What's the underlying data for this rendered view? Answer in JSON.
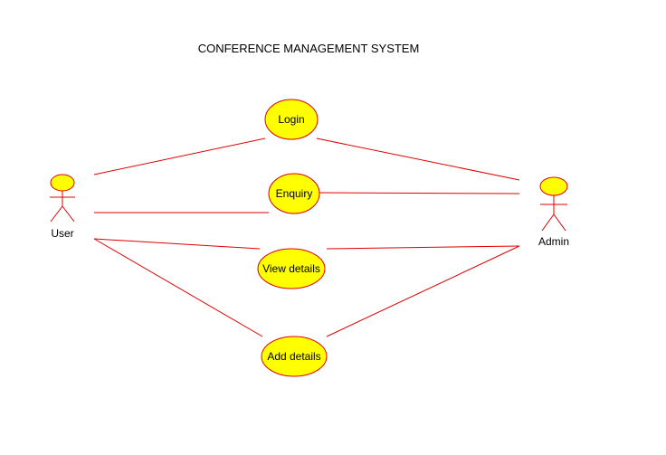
{
  "diagram": {
    "title": "CONFERENCE MANAGEMENT SYSTEM",
    "actors": [
      {
        "id": "user",
        "label": "User"
      },
      {
        "id": "admin",
        "label": "Admin"
      }
    ],
    "use_cases": [
      {
        "id": "login",
        "label": "Login"
      },
      {
        "id": "enquiry",
        "label": "Enquiry"
      },
      {
        "id": "view",
        "label": "View details"
      },
      {
        "id": "add",
        "label": "Add details"
      }
    ],
    "associations": [
      {
        "from": "user",
        "to": "login"
      },
      {
        "from": "user",
        "to": "enquiry"
      },
      {
        "from": "user",
        "to": "view"
      },
      {
        "from": "user",
        "to": "add"
      },
      {
        "from": "admin",
        "to": "login"
      },
      {
        "from": "admin",
        "to": "enquiry"
      },
      {
        "from": "admin",
        "to": "view"
      },
      {
        "from": "admin",
        "to": "add"
      }
    ],
    "colors": {
      "line": "#e00000",
      "fill": "#ffff00",
      "text": "#000000"
    }
  }
}
